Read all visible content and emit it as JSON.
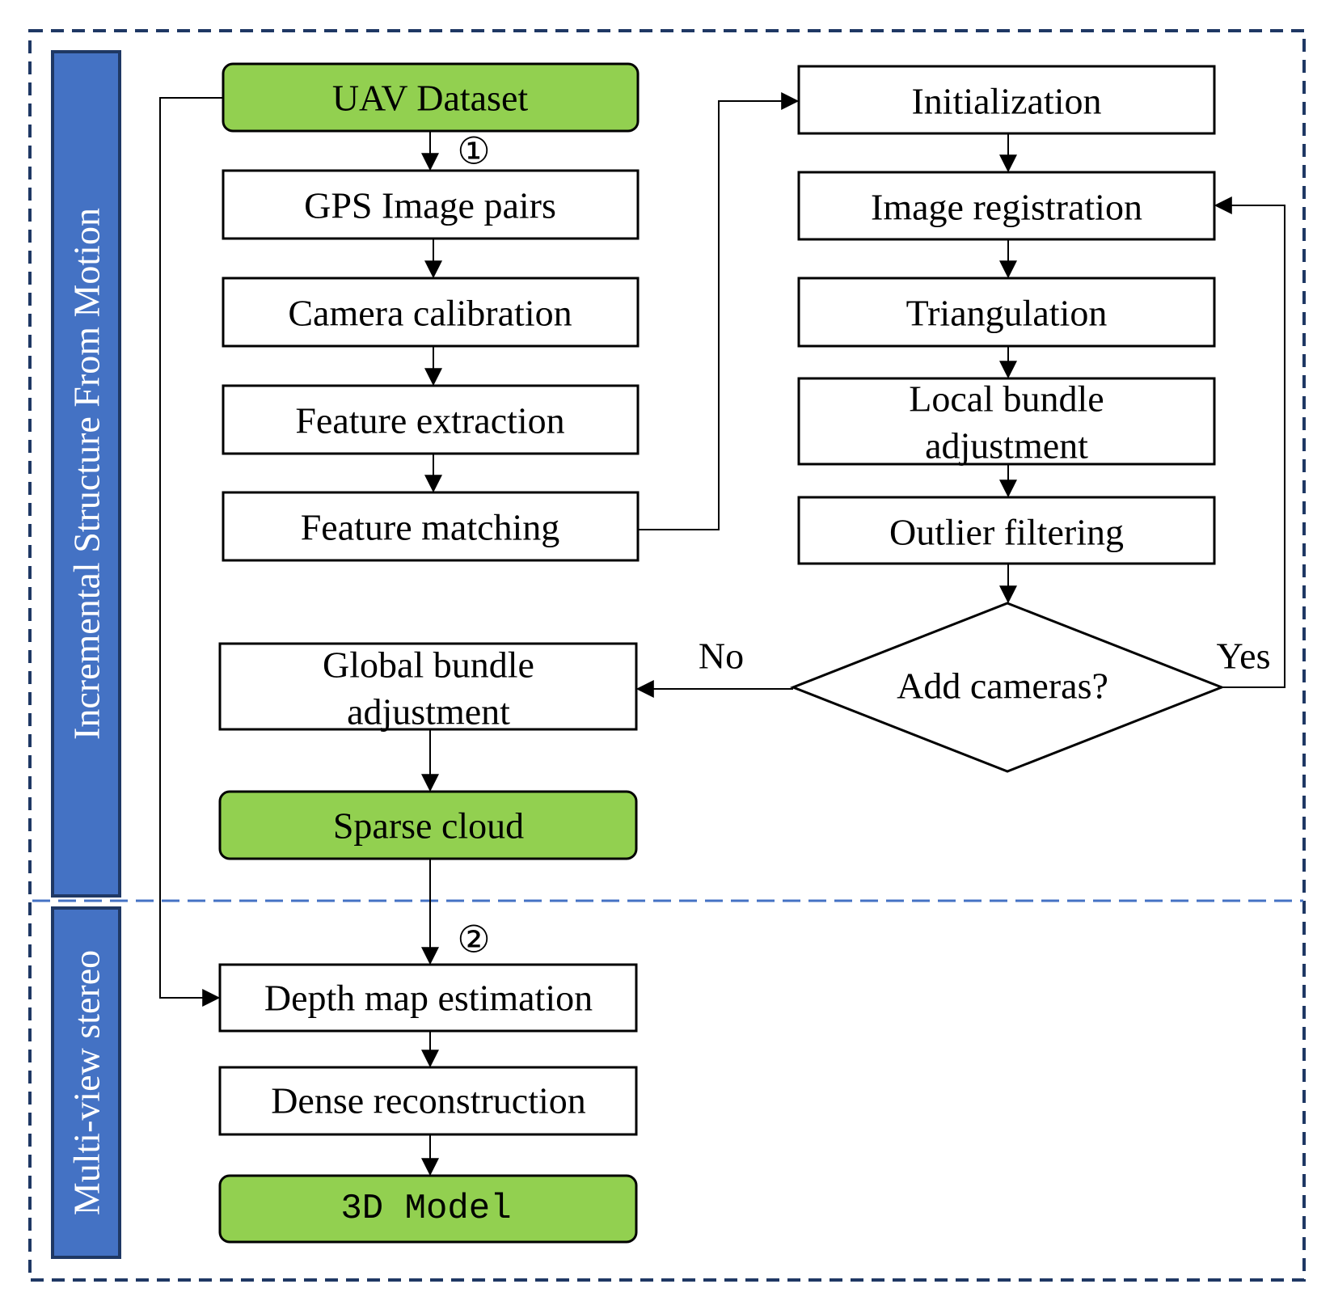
{
  "phases": {
    "sfm_label": "Incremental Structure From Motion",
    "mvs_label": "Multi-view stereo"
  },
  "nodes": {
    "uav_dataset": "UAV Dataset",
    "gps_pairs": "GPS Image pairs",
    "camera_calibration": "Camera calibration",
    "feature_extraction": "Feature extraction",
    "feature_matching": "Feature matching",
    "initialization": "Initialization",
    "image_registration": "Image registration",
    "triangulation": "Triangulation",
    "local_ba_line1": "Local bundle",
    "local_ba_line2": "adjustment",
    "outlier_filtering": "Outlier filtering",
    "add_cameras": "Add cameras?",
    "global_ba_line1": "Global bundle",
    "global_ba_line2": "adjustment",
    "sparse_cloud": "Sparse cloud",
    "depth_map": "Depth map estimation",
    "dense_reconstruction": "Dense reconstruction",
    "model_3d": "3D Model"
  },
  "edge_labels": {
    "no": "No",
    "yes": "Yes",
    "step1": "①",
    "step2": "②"
  },
  "colors": {
    "input_output_fill": "#92d050",
    "phase_label_fill": "#4472c4",
    "outer_border": "#1f3864",
    "divider": "#4472c4"
  }
}
